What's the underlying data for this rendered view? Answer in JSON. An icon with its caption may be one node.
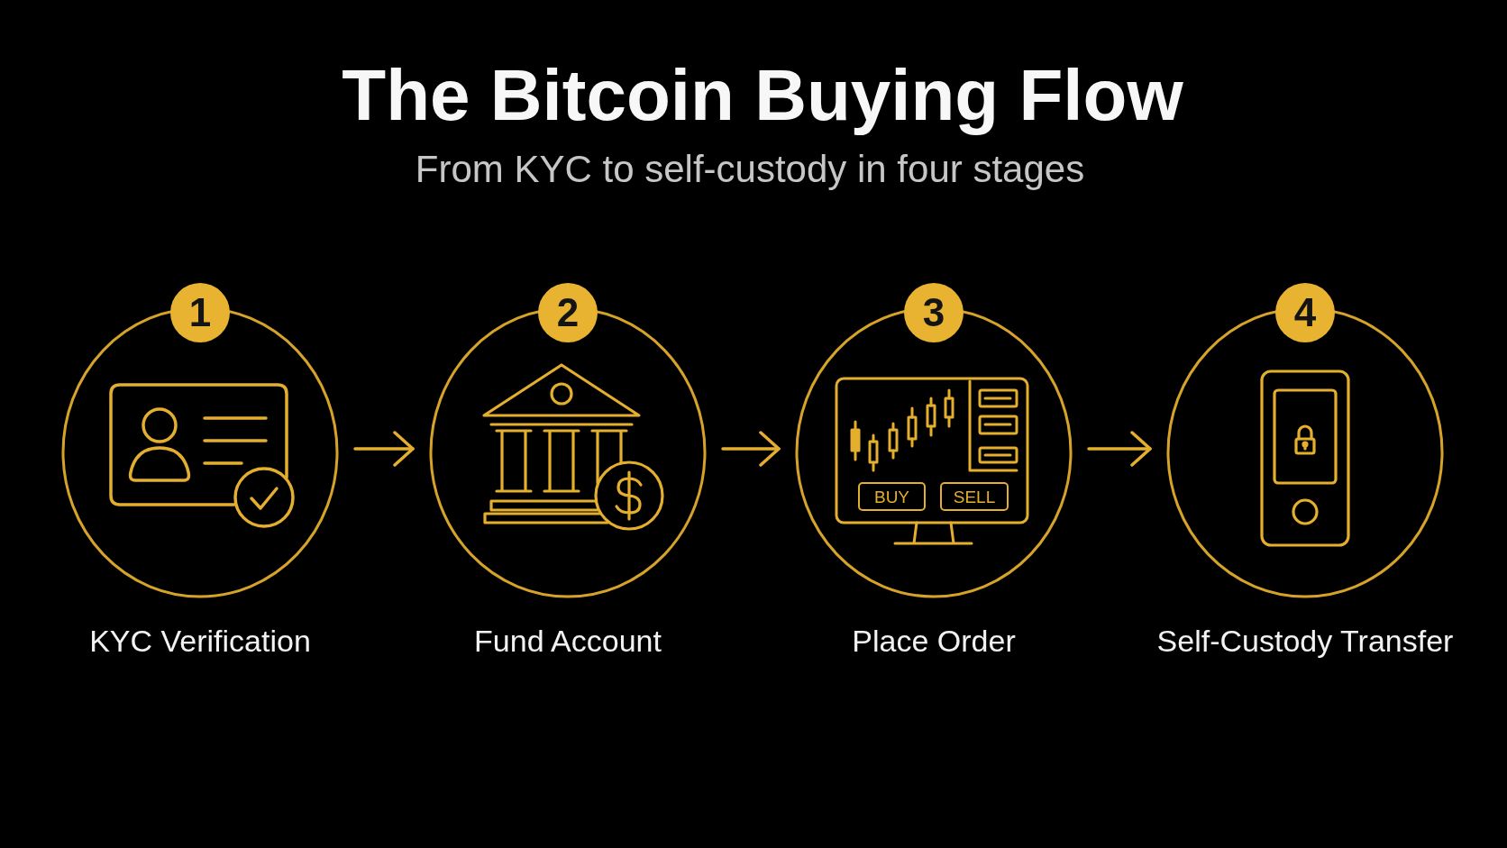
{
  "diagram": {
    "title": "The Bitcoin Buying Flow",
    "nodes": [
      {
        "text": [
          "1"
        ]
      },
      {
        "text": [
          "KYC Verification"
        ]
      },
      {
        "text": [
          "2"
        ]
      },
      {
        "text": [
          "Fund Account"
        ]
      },
      {
        "text": [
          "3"
        ]
      },
      {
        "text": [
          "Place Order"
        ]
      },
      {
        "text": [
          "BUY"
        ],
        "in": 5
      },
      {
        "text": [
          "SELL"
        ],
        "in": 5
      },
      {
        "text": [
          "4"
        ]
      },
      {
        "text": [
          "Self-Custody Transfer"
        ]
      }
    ],
    "edges": [
      {
        "from": 1,
        "to": 3,
        "arrow": "to"
      },
      {
        "from": 3,
        "to": 5,
        "arrow": "to"
      },
      {
        "from": 5,
        "to": 9,
        "arrow": "to"
      }
    ],
    "labels": [
      "From KYC to self-custody in four stages"
    ]
  }
}
